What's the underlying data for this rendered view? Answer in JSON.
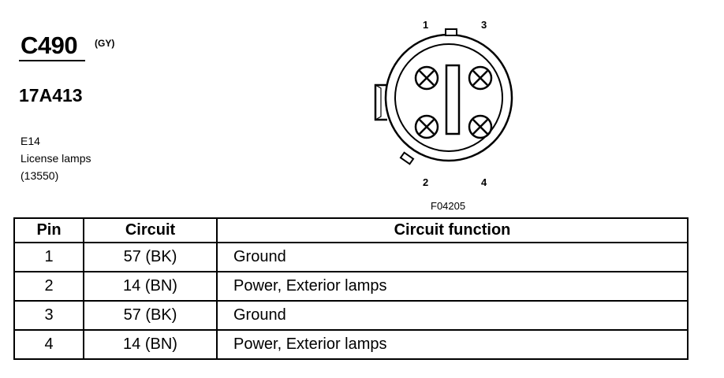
{
  "header": {
    "connector_id": "C490",
    "connector_color": "(GY)",
    "part_number": "17A413",
    "location": [
      "E14",
      "License lamps",
      "(13550)"
    ]
  },
  "figure": {
    "pin_labels": [
      "1",
      "3",
      "2",
      "4"
    ],
    "figure_code": "F04205"
  },
  "table": {
    "headers": [
      "Pin",
      "Circuit",
      "Circuit function"
    ],
    "rows": [
      {
        "pin": "1",
        "circuit": "57 (BK)",
        "function": "Ground"
      },
      {
        "pin": "2",
        "circuit": "14 (BN)",
        "function": "Power, Exterior lamps"
      },
      {
        "pin": "3",
        "circuit": "57 (BK)",
        "function": "Ground"
      },
      {
        "pin": "4",
        "circuit": "14 (BN)",
        "function": "Power, Exterior lamps"
      }
    ]
  }
}
